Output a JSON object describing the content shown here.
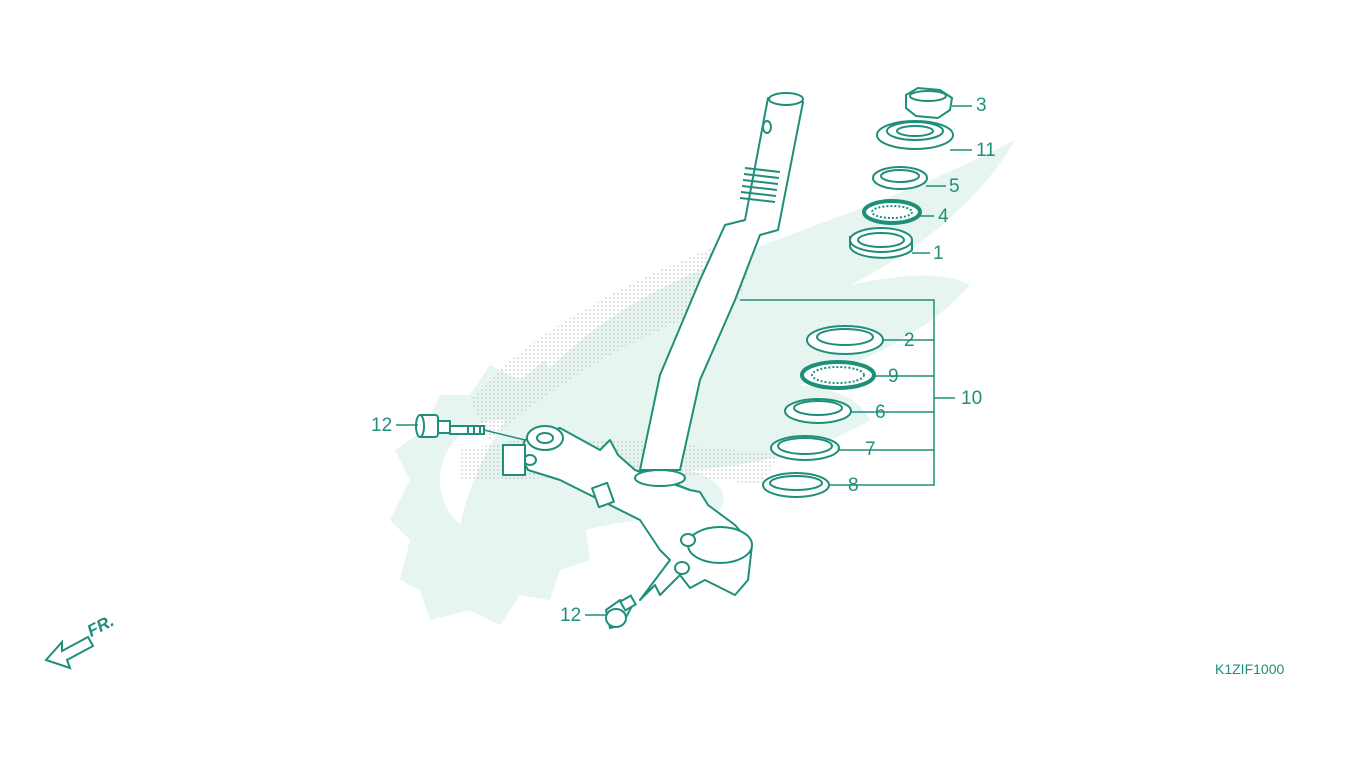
{
  "diagram": {
    "code": "K1ZIF1000",
    "direction_label": "FR."
  },
  "callouts": [
    {
      "id": "c3",
      "label": "3"
    },
    {
      "id": "c11",
      "label": "11"
    },
    {
      "id": "c5",
      "label": "5"
    },
    {
      "id": "c4",
      "label": "4"
    },
    {
      "id": "c1",
      "label": "1"
    },
    {
      "id": "c2",
      "label": "2"
    },
    {
      "id": "c9",
      "label": "9"
    },
    {
      "id": "c6",
      "label": "6"
    },
    {
      "id": "c7",
      "label": "7"
    },
    {
      "id": "c8",
      "label": "8"
    },
    {
      "id": "c10",
      "label": "10"
    },
    {
      "id": "c12a",
      "label": "12"
    },
    {
      "id": "c12b",
      "label": "12"
    }
  ],
  "colors": {
    "line": "#1f8f7a",
    "watermark": "#e3f4ef",
    "dots": "#c4c4c4"
  }
}
